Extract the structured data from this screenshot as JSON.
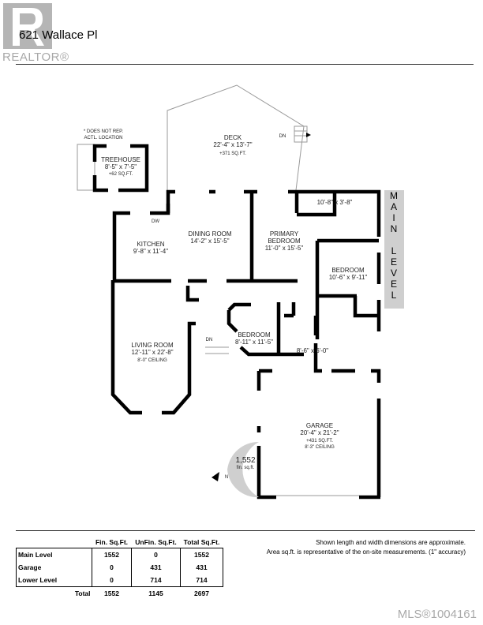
{
  "header": {
    "title": "621 Wallace Pl",
    "logo_text": "REALTOR®",
    "logo_letter": "R"
  },
  "floorplan": {
    "level_label": [
      "M",
      "A",
      "I",
      "N",
      "",
      "L",
      "E",
      "V",
      "E",
      "L"
    ],
    "note": [
      "* DOES NOT REP.",
      "ACTL. LOCATION"
    ],
    "rooms": {
      "treehouse": [
        "TREEHOUSE",
        "8'-5\" x 7'-5\"",
        "+62 SQ.FT."
      ],
      "deck": [
        "DECK",
        "22'-4\" x 13'-7\"",
        "+371 SQ.FT."
      ],
      "kitchen": [
        "KITCHEN",
        "9'-8\" x 11'-4\""
      ],
      "dining": [
        "DINING ROOM",
        "14'-2\" x 15'-5\""
      ],
      "primary": [
        "PRIMARY",
        "BEDROOM",
        "11'-0\" x 15'-5\""
      ],
      "closet": "10'-8\" x 3'-8\"",
      "bedroom1": [
        "BEDROOM",
        "10'-6\" x 9'-11\""
      ],
      "living": [
        "LIVING ROOM",
        "12'-11\" x 22'-8\"",
        "8'-0\" CEILING"
      ],
      "bedroom2": [
        "BEDROOM",
        "8'-11\" x 11'-5\""
      ],
      "laundry": "8'-6\" x 6'-0\"",
      "garage": [
        "GARAGE",
        "20'-4\" x 21'-2\"",
        "+431 SQ.FT.",
        "8'-3\" CEILING"
      ]
    },
    "stairs_label": "DN",
    "dw_label": "DW",
    "area_badge": {
      "value": "1,552",
      "unit": "fin. sq.ft."
    },
    "compass": "N"
  },
  "table": {
    "headers": [
      "",
      "Fin. Sq.Ft.",
      "UnFin. Sq.Ft.",
      "Total Sq.Ft."
    ],
    "rows": [
      [
        "Main Level",
        "1552",
        "0",
        "1552"
      ],
      [
        "Garage",
        "0",
        "431",
        "431"
      ],
      [
        "Lower Level",
        "0",
        "714",
        "714"
      ]
    ],
    "total": [
      "Total",
      "1552",
      "1145",
      "2697"
    ]
  },
  "disclaimer": [
    "Shown length and width dimensions are approximate.",
    "Area sq.ft. is representative of the on-site measurements. (1\" accuracy)"
  ],
  "mls": "MLS®1004161"
}
